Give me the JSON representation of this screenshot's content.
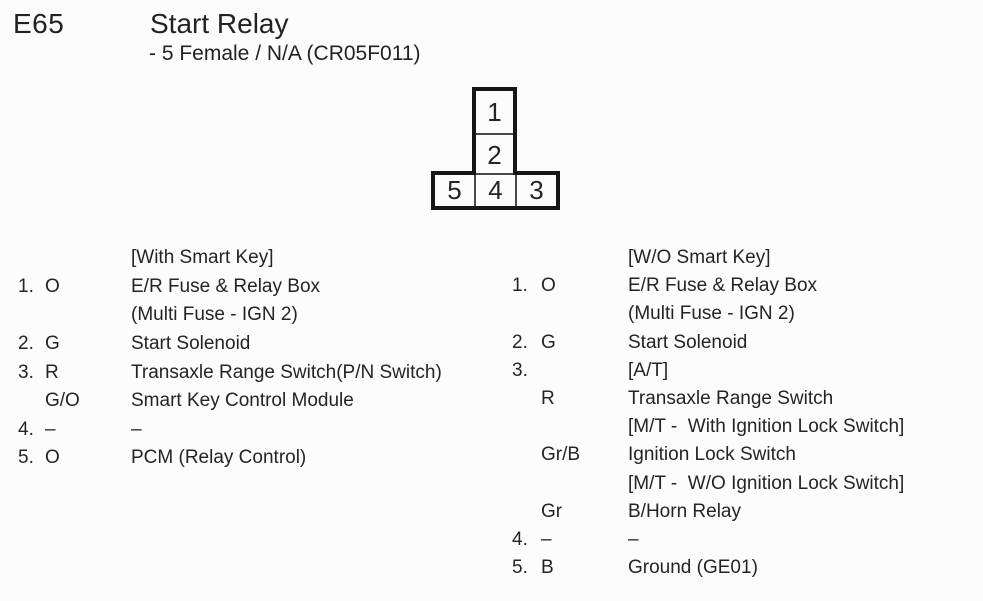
{
  "theme": {
    "ink": "#222222",
    "paper": "#fcfcfc",
    "diagram_border": "#161616"
  },
  "header": {
    "connector_id": "E65",
    "title": "Start Relay",
    "subtitle": "- 5 Female / N/A (CR05F011)"
  },
  "diagram": {
    "top_stack_pins": {
      "0": "1",
      "1": "2"
    },
    "bottom_row_pins": {
      "0": "5",
      "1": "4",
      "2": "3"
    }
  },
  "left_column": {
    "header": "[With Smart Key]",
    "rows": [
      {
        "pin": "1.",
        "color": "O",
        "desc": "E/R Fuse & Relay Box"
      },
      {
        "pin": "",
        "color": "",
        "desc": "(Multi Fuse - IGN 2)"
      },
      {
        "pin": "2.",
        "color": "G",
        "desc": "Start Solenoid"
      },
      {
        "pin": "3.",
        "color": "R",
        "desc": "Transaxle Range Switch(P/N Switch)"
      },
      {
        "pin": "",
        "color": "G/O",
        "desc": "Smart Key Control Module"
      },
      {
        "pin": "4.",
        "color": "–",
        "desc": "–"
      },
      {
        "pin": "5.",
        "color": "O",
        "desc": "PCM (Relay Control)"
      }
    ]
  },
  "right_column": {
    "header": "[W/O Smart Key]",
    "rows": [
      {
        "pin": "1.",
        "color": "O",
        "desc": "E/R Fuse & Relay Box"
      },
      {
        "pin": "",
        "color": "",
        "desc": "(Multi Fuse - IGN 2)"
      },
      {
        "pin": "2.",
        "color": "G",
        "desc": "Start Solenoid"
      },
      {
        "pin": "3.",
        "color": "",
        "desc": "[A/T]"
      },
      {
        "pin": "",
        "color": "R",
        "desc": "Transaxle Range Switch"
      },
      {
        "pin": "",
        "color": "",
        "desc": "[M/T -  With Ignition Lock Switch]"
      },
      {
        "pin": "",
        "color": "Gr/B",
        "desc": "Ignition Lock Switch"
      },
      {
        "pin": "",
        "color": "",
        "desc": "[M/T -  W/O Ignition Lock Switch]"
      },
      {
        "pin": "",
        "color": "Gr",
        "desc": "B/Horn Relay"
      },
      {
        "pin": "4.",
        "color": "–",
        "desc": "–"
      },
      {
        "pin": "5.",
        "color": "B",
        "desc": "Ground (GE01)"
      }
    ]
  }
}
